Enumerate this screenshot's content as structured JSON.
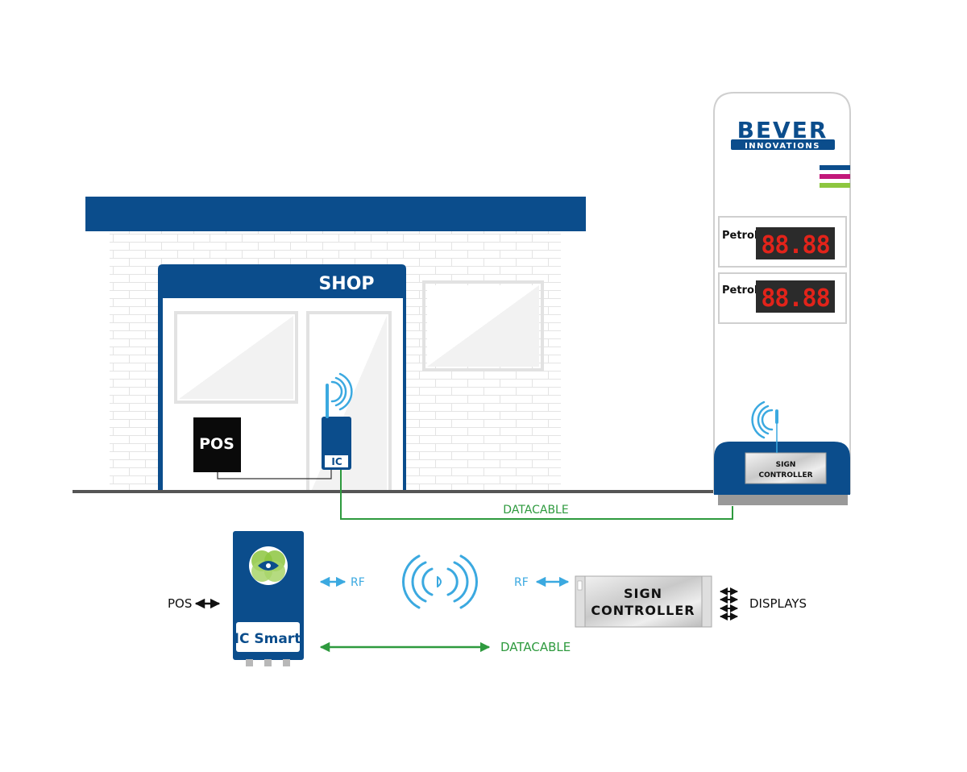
{
  "shop": {
    "sign": "SHOP",
    "pos": "POS",
    "ic": "IC"
  },
  "pylon": {
    "brand": "BEVER",
    "brand_sub": "INNOVATIONS",
    "rows": [
      {
        "label": "Petrol",
        "digits": "88.88"
      },
      {
        "label": "Petrol",
        "digits": "88.88"
      }
    ],
    "controller_line1": "SIGN",
    "controller_line2": "CONTROLLER"
  },
  "links": {
    "datacable_top": "DATACABLE",
    "datacable_bottom": "DATACABLE",
    "rf_left": "RF",
    "rf_right": "RF"
  },
  "legend": {
    "pos": "POS",
    "ic_smart": "IC Smart",
    "controller_line1": "SIGN",
    "controller_line2": "CONTROLLER",
    "displays": "DISPLAYS"
  },
  "colors": {
    "brand_blue": "#0b4d8c",
    "green": "#2e9a3e",
    "rf_blue": "#3ba9e0",
    "led_red": "#e2231a",
    "magenta": "#c2187a",
    "lime": "#8dc63f"
  }
}
